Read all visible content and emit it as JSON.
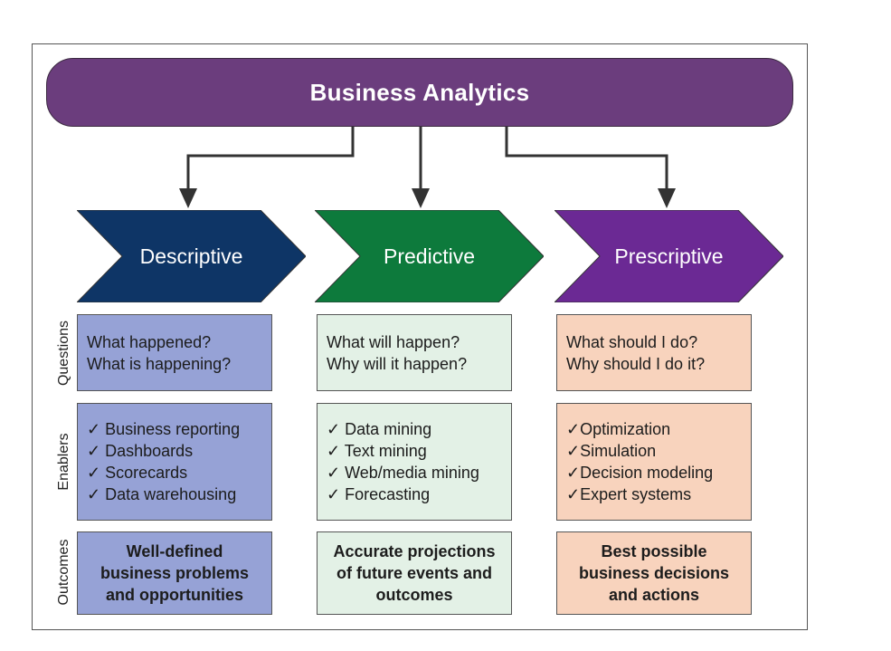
{
  "title": "Business Analytics",
  "columns": [
    {
      "name": "Descriptive",
      "color": "#0e3566",
      "box_color": "#96a2d6",
      "questions": [
        "What happened?",
        "What is happening?"
      ],
      "enablers": [
        "Business reporting",
        "Dashboards",
        "Scorecards",
        "Data warehousing"
      ],
      "outcome": [
        "Well-defined",
        "business problems",
        "and opportunities"
      ]
    },
    {
      "name": "Predictive",
      "color": "#0d7a3c",
      "box_color": "#e3f1e6",
      "questions": [
        "What will happen?",
        "Why will it happen?"
      ],
      "enablers": [
        "Data mining",
        "Text mining",
        "Web/media mining",
        "Forecasting"
      ],
      "outcome": [
        "Accurate projections",
        "of future events and",
        "outcomes"
      ]
    },
    {
      "name": "Prescriptive",
      "color": "#6b2994",
      "box_color": "#f8d3bd",
      "questions": [
        "What should I do?",
        "Why should I do it?"
      ],
      "enablers": [
        "Optimization",
        "Simulation",
        "Decision modeling",
        "Expert systems"
      ],
      "outcome": [
        "Best possible",
        "business decisions",
        "and actions"
      ]
    }
  ],
  "row_labels": {
    "questions": "Questions",
    "enablers": "Enablers",
    "outcomes": "Outcomes"
  },
  "check_mark": "✓",
  "title_color": "#6b3d7d"
}
